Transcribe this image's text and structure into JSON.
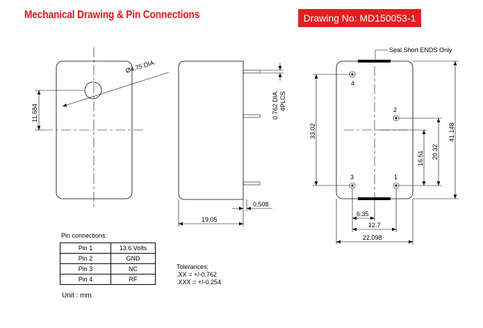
{
  "header": {
    "title": "Mechanical Drawing & Pin Connections",
    "drawing_number": "Drawing No: MD150053-1"
  },
  "front_view": {
    "hole_dia": "Ø4.75 DIA.",
    "height_dim": "11.684"
  },
  "side_view": {
    "pin_dia": "0.762 DIA.",
    "pin_count": "4PLCS",
    "standoff": "0.508",
    "width": "19.05"
  },
  "pin_view": {
    "seal_note": "Seal Short ENDS Only",
    "pin_numbers": [
      "4",
      "2",
      "3",
      "1"
    ],
    "dims": {
      "pin_row_height": "33.02",
      "body_height": "41.148",
      "dim_16_51": "16.51",
      "dim_20_32": "20.32",
      "dim_6_35": "6.35",
      "dim_12_7": "12.7",
      "body_width": "22.098"
    }
  },
  "pin_table": {
    "caption": "Pin connections:",
    "rows": [
      {
        "pin": "Pin 1",
        "function": "13.6 Volts"
      },
      {
        "pin": "Pin 2",
        "function": "GND"
      },
      {
        "pin": "Pin 3",
        "function": "NC"
      },
      {
        "pin": "Pin 4",
        "function": "RF"
      }
    ]
  },
  "tolerances": {
    "label": "Tolerances:",
    "xx": ".XX = +/-0.762",
    "xxx": ".XXX = +/-0.254"
  },
  "unit": "Unit : mm",
  "colors": {
    "accent_red": "#e3161b",
    "line": "#000000"
  }
}
